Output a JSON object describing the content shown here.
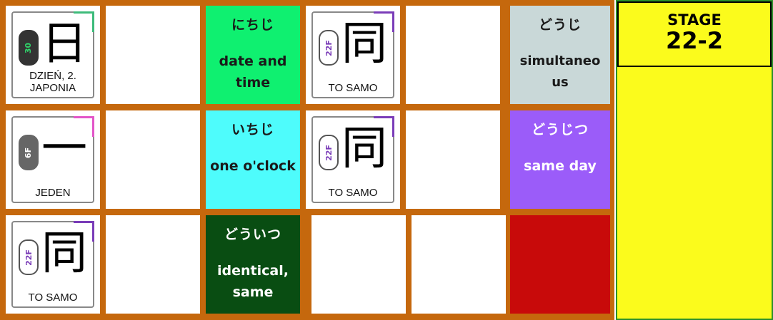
{
  "cards": {
    "c1": {
      "kanji": "日",
      "stroke": "30",
      "meaning": "DZIEŃ, 2. JAPONIA",
      "accent": "#3dbb7a",
      "badge_bg": "#333333",
      "badge_fg": "#2fd36a"
    },
    "c2": {
      "kanji": "同",
      "stroke": "22F",
      "meaning": "TO SAMO",
      "accent": "#7a3cb8",
      "badge_bg": "#ffffff",
      "badge_fg": "#7a3cb8"
    },
    "c3": {
      "kanji": "一",
      "stroke": "6F",
      "meaning": "JEDEN",
      "accent": "#e255c8",
      "badge_bg": "#666666",
      "badge_fg": "#ffffff"
    },
    "c4": {
      "kanji": "同",
      "stroke": "22F",
      "meaning": "TO SAMO",
      "accent": "#7a3cb8",
      "badge_bg": "#ffffff",
      "badge_fg": "#7a3cb8"
    },
    "c5": {
      "kanji": "同",
      "stroke": "22F",
      "meaning": "TO SAMO",
      "accent": "#7a3cb8",
      "badge_bg": "#ffffff",
      "badge_fg": "#7a3cb8"
    }
  },
  "words": {
    "w1": {
      "kana": "にちじ",
      "meaning": "date and time",
      "bg": "#0ff070"
    },
    "w2": {
      "kana": "どうじ",
      "meaning": "simultaneo us",
      "bg": "#c9d8d8"
    },
    "w3": {
      "kana": "いちじ",
      "meaning": "one o'clock",
      "bg": "#4efcfc"
    },
    "w4": {
      "kana": "どうじつ",
      "meaning": "same day",
      "bg": "#9b5cf9"
    },
    "w5": {
      "kana": "どういつ",
      "meaning": "identical, same",
      "bg": "#094d12"
    }
  },
  "blocked_color": "#c80a0a",
  "stage": {
    "label": "STAGE",
    "number": "22-2"
  }
}
